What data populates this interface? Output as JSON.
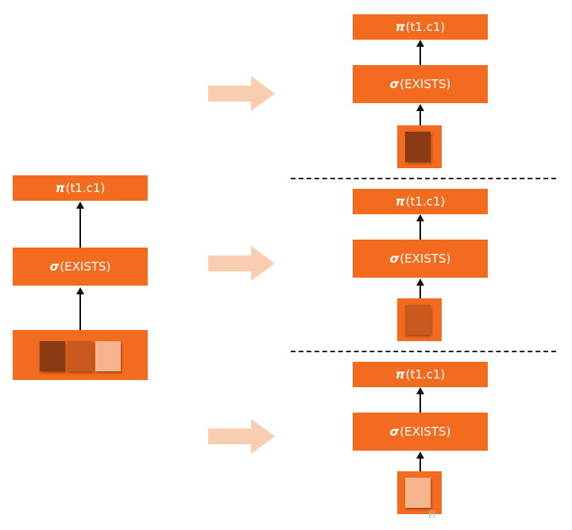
{
  "colors": {
    "box": "#f26b1f",
    "block_dark": "#8b3a16",
    "block_mid": "#c85a20",
    "block_light": "#f5b48b",
    "transition_arrow": "#f8cdb0"
  },
  "labels": {
    "projection_symbol": "π",
    "projection_args": "(t1.c1)",
    "selection_symbol": "σ",
    "selection_args": "(EXISTS)"
  },
  "watermark": "百"
}
